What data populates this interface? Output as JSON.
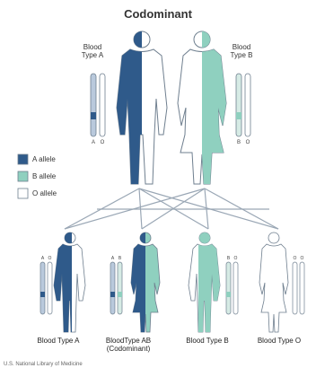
{
  "title": "Codominant",
  "parents": {
    "father_label": "Blood\nType A",
    "mother_label": "Blood\nType B"
  },
  "legend": [
    {
      "label": "A allele",
      "color": "#2f5a8a"
    },
    {
      "label": "B allele",
      "color": "#8fd0bf"
    },
    {
      "label": "O allele",
      "color": "#ffffff"
    }
  ],
  "children": [
    {
      "label": "Blood Type A"
    },
    {
      "label": "BloodType AB\n(Codominant)"
    },
    {
      "label": "Blood Type B"
    },
    {
      "label": "Blood Type O"
    }
  ],
  "credit": "U.S. National Library of Medicine",
  "colors": {
    "a_allele": "#2f5a8a",
    "b_allele": "#8fd0bf",
    "o_allele": "#ffffff",
    "outline": "#6f7f8f",
    "line": "#9aa7b5"
  }
}
